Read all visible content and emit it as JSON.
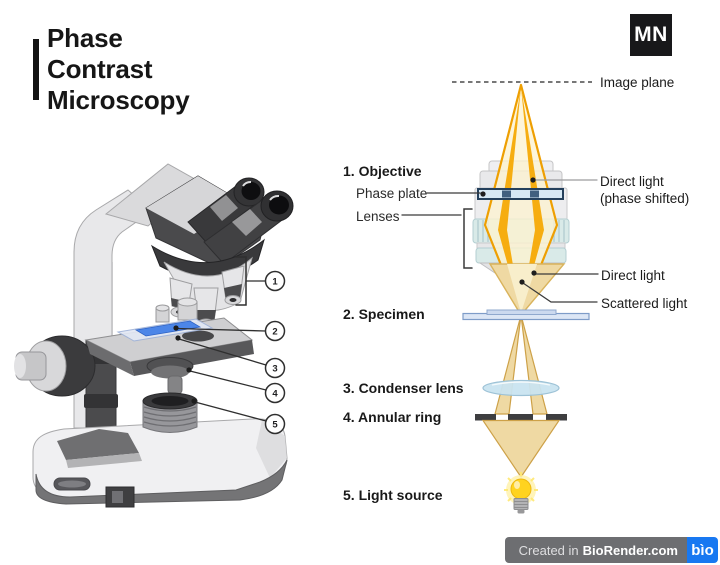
{
  "title": {
    "lines": [
      "Phase",
      "Contrast",
      "Microscopy"
    ]
  },
  "logo": {
    "text": "MN"
  },
  "optical_labels": {
    "image_plane": "Image plane",
    "objective": "1. Objective",
    "phase_plate": "Phase plate",
    "lenses": "Lenses",
    "direct_light_shifted_1": "Direct light",
    "direct_light_shifted_2": "(phase shifted)",
    "direct_light": "Direct light",
    "scattered_light": "Scattered light",
    "specimen": "2. Specimen",
    "condenser_lens": "3. Condenser lens",
    "annular_ring": "4. Annular ring",
    "light_source": "5. Light source"
  },
  "microscope": {
    "callouts": [
      "1",
      "2",
      "3",
      "4",
      "5"
    ]
  },
  "footer": {
    "created_in": "Created in",
    "brand": "BioRender.com",
    "badge": "bìo"
  },
  "colors": {
    "beam_edge_orange": "#ee9f02",
    "beam_stripe_orange": "#f5a905",
    "beam_pale": "#fcf2cf",
    "beam_tan": "#efd9a3",
    "phase_plate_fill": "#d6e8f4",
    "phase_plate_border": "#24405c",
    "phase_segment": "#41607f",
    "lens_blue": "#c9e4f0",
    "annular_ring_dark": "#3e3e40",
    "bulb_yellow": "#ffd31f",
    "badge_blue": "#1878f1",
    "footer_gray": "#6d6e71"
  }
}
